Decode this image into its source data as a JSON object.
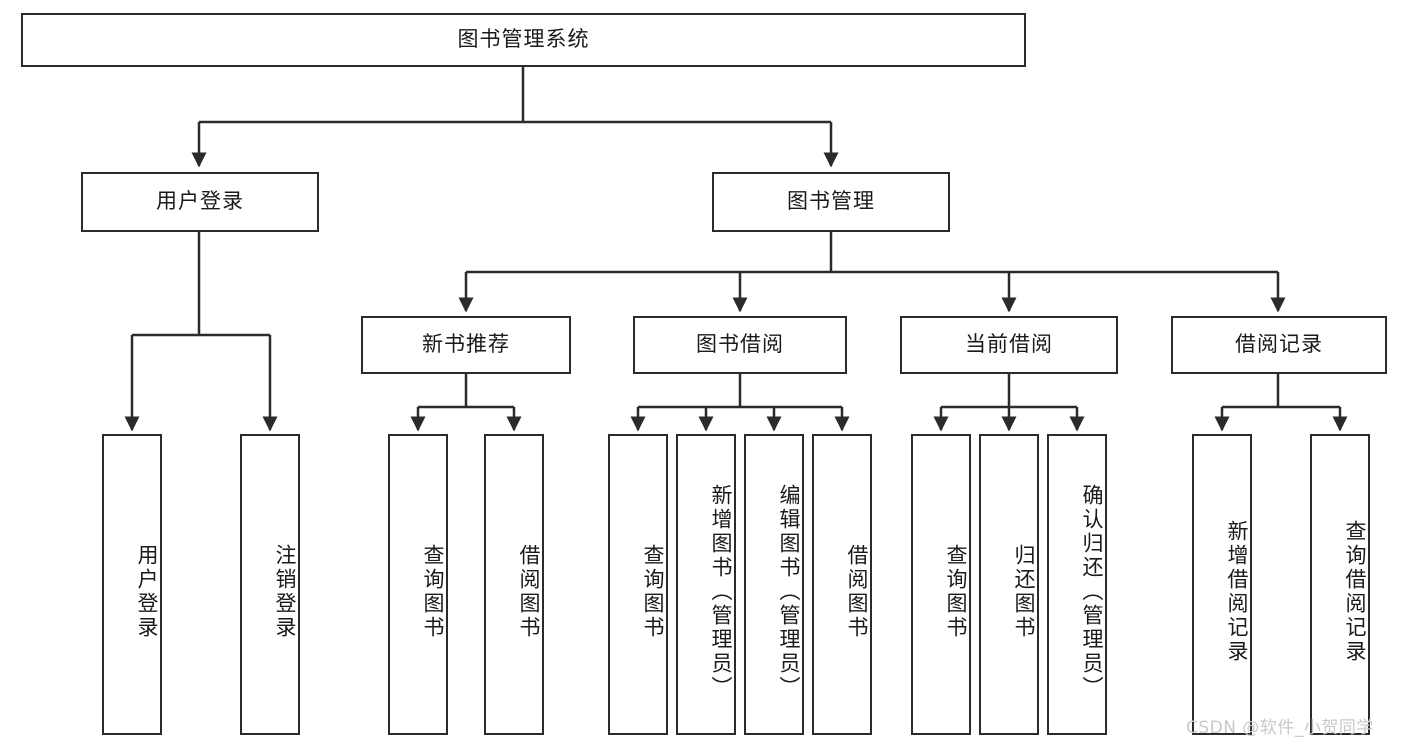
{
  "diagram": {
    "title": "图书管理系统",
    "watermark": "CSDN @软件_小贺同学",
    "style": {
      "box_border_color": "#2b2b2b",
      "box_fill_color": "#ffffff",
      "line_color": "#2b2b2b",
      "background_color": "#ffffff",
      "watermark_color": "#c9c9c9"
    },
    "root": {
      "label": "图书管理系统"
    },
    "level2": [
      {
        "label": "用户登录"
      },
      {
        "label": "图书管理"
      }
    ],
    "level3": [
      {
        "label": "新书推荐"
      },
      {
        "label": "图书借阅"
      },
      {
        "label": "当前借阅"
      },
      {
        "label": "借阅记录"
      }
    ],
    "leaves": {
      "user_login": [
        {
          "label": "用户登录"
        },
        {
          "label": "注销登录"
        }
      ],
      "new_book_recommend": [
        {
          "label": "查询图书"
        },
        {
          "label": "借阅图书"
        }
      ],
      "book_borrow": [
        {
          "label": "查询图书"
        },
        {
          "label": "新增图书（管理员）"
        },
        {
          "label": "编辑图书（管理员）"
        },
        {
          "label": "借阅图书"
        }
      ],
      "current_borrow": [
        {
          "label": "查询图书"
        },
        {
          "label": "归还图书"
        },
        {
          "label": "确认归还（管理员）"
        }
      ],
      "borrow_record": [
        {
          "label": "新增借阅记录"
        },
        {
          "label": "查询借阅记录"
        }
      ]
    }
  }
}
